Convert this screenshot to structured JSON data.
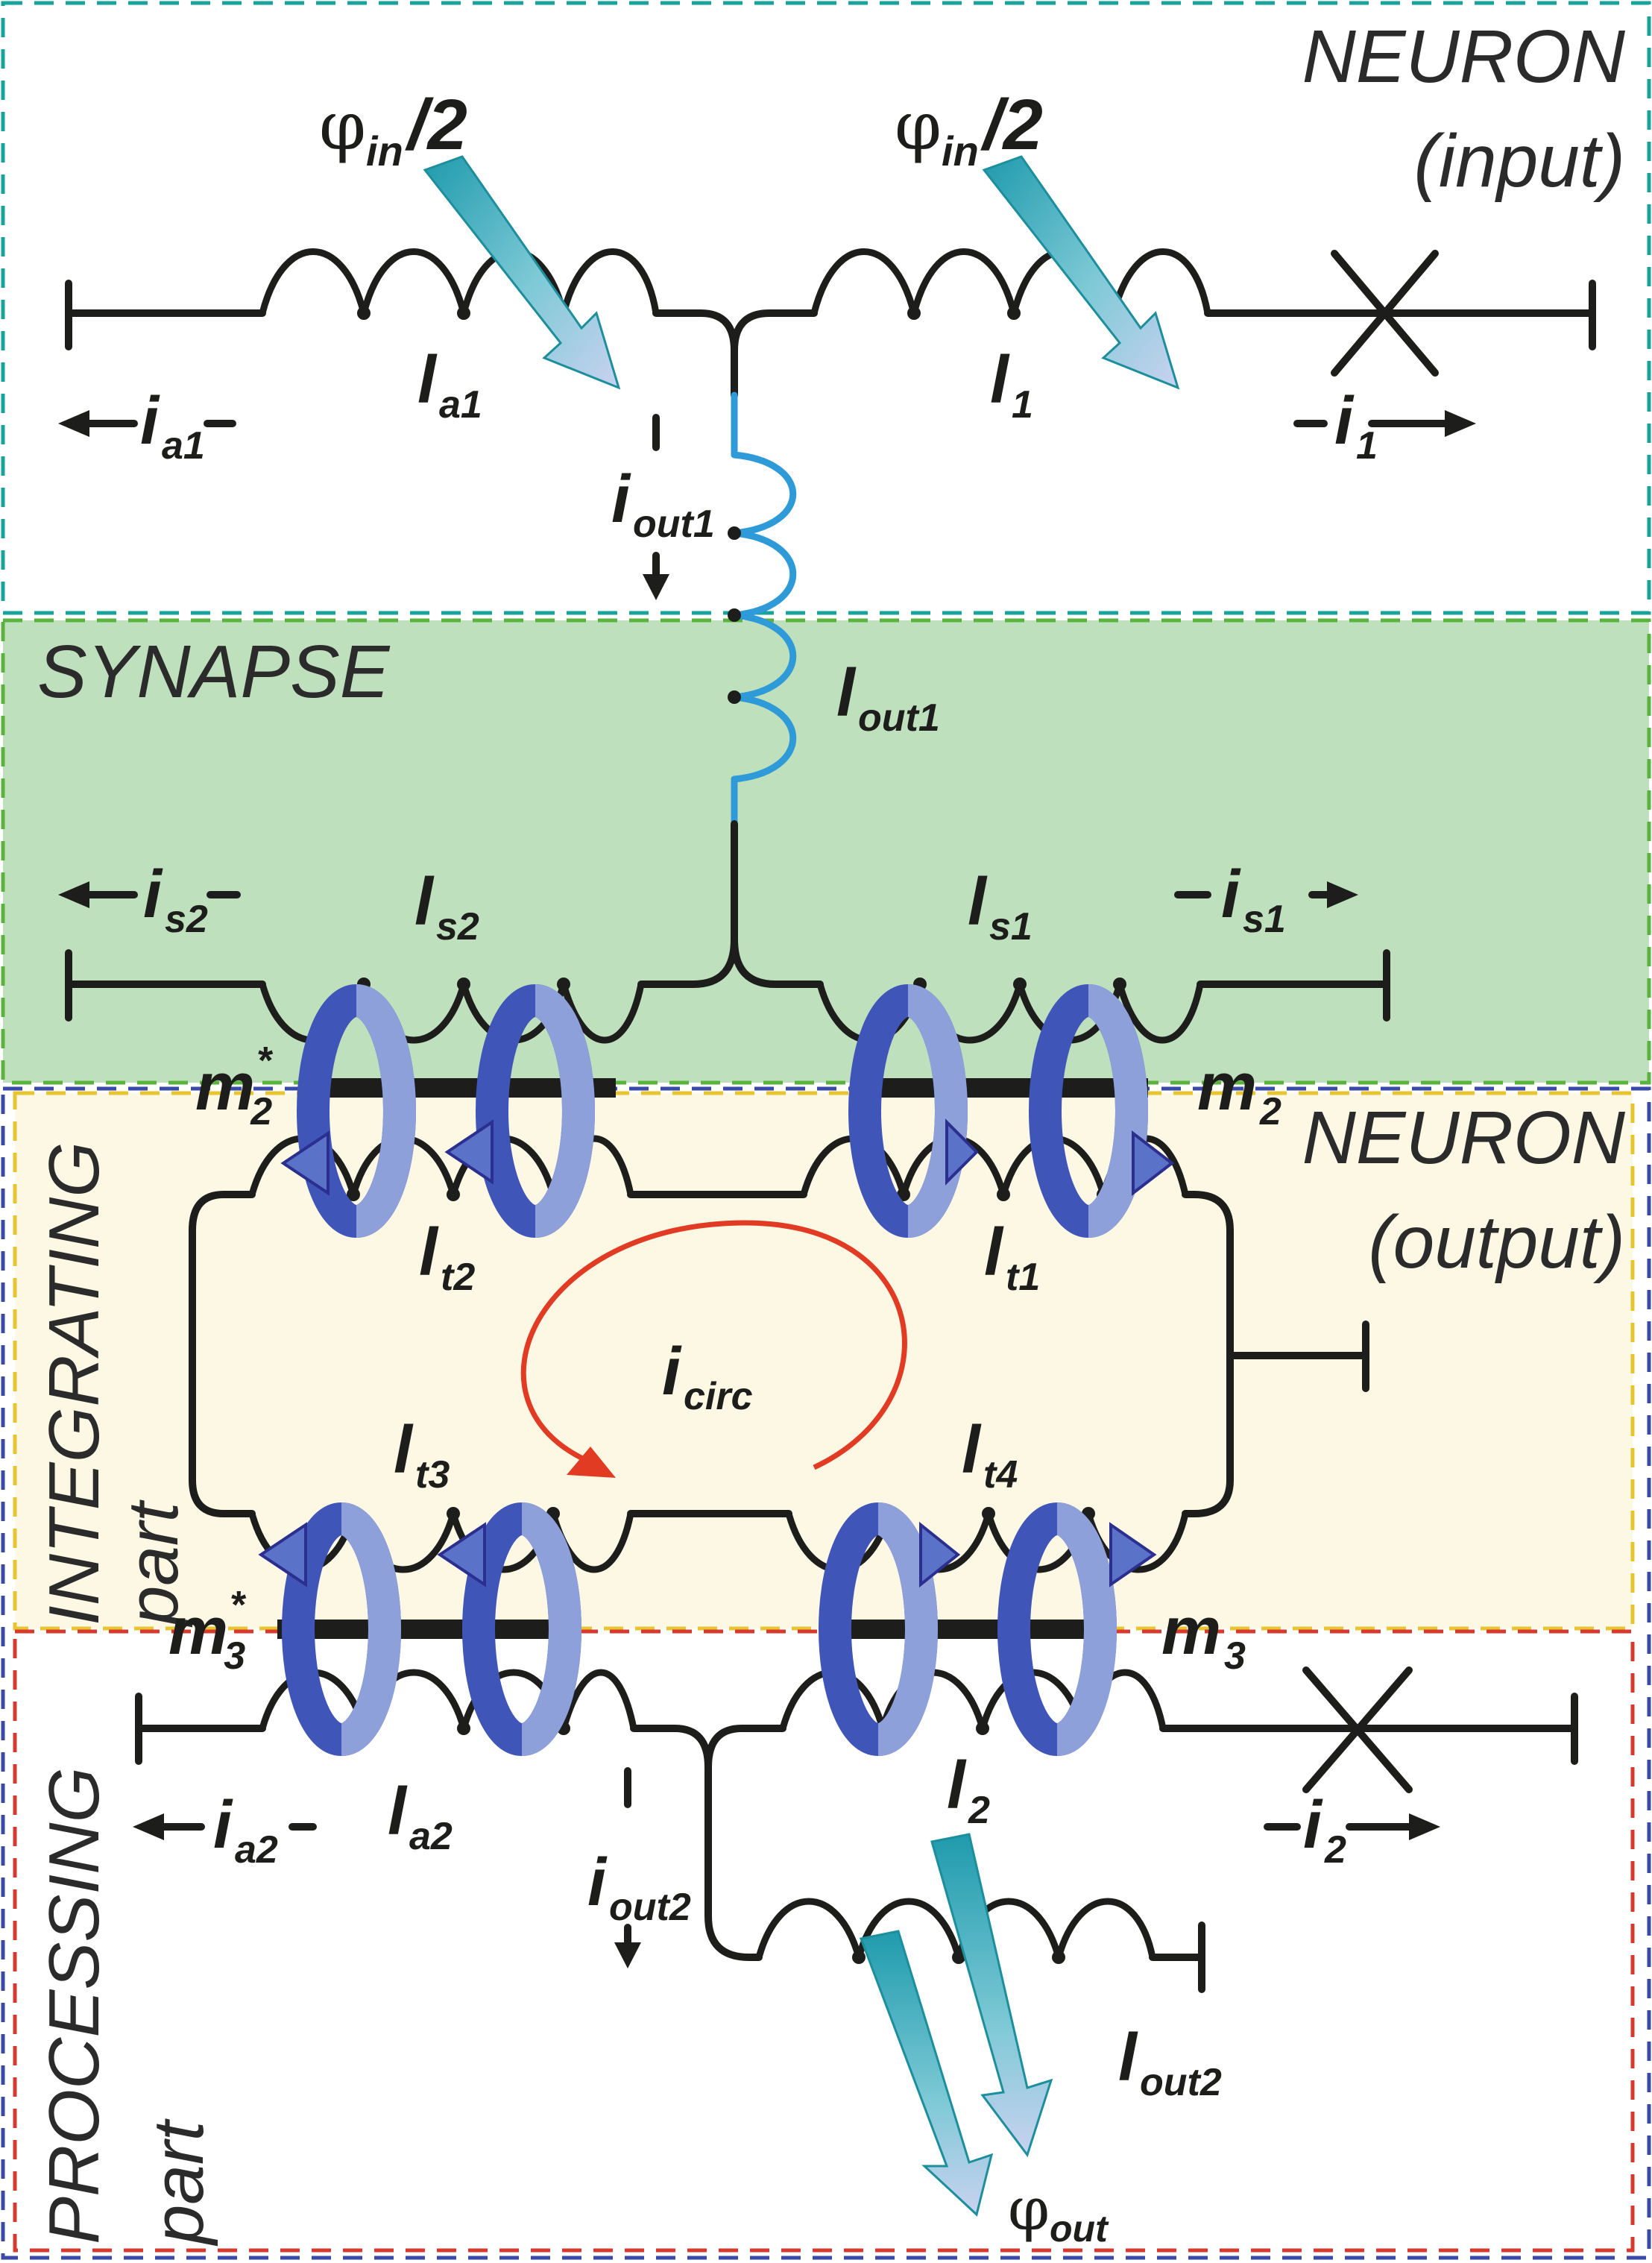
{
  "regions": {
    "neuron_input": {
      "line1": "NEURON",
      "line2": "(input)",
      "border_color": "#1aa39a"
    },
    "synapse": {
      "label": "SYNAPSE",
      "fill_color": "#bfe0bd",
      "border_color": "#5ab33d"
    },
    "neuron_output": {
      "line1": "NEURON",
      "line2": "(output)",
      "border_color": "#3a4aa8"
    },
    "integrating": {
      "line1": "INTEGRATING",
      "line2": "part",
      "fill_color": "#fdf8e3",
      "border_color": "#e8c530"
    },
    "processing": {
      "line1": "PROCESSING",
      "line2": "part",
      "border_color": "#d63a2f"
    }
  },
  "flux": {
    "in_left": {
      "phi": "φ",
      "sub": "in",
      "suffix": "/2"
    },
    "in_right": {
      "phi": "φ",
      "sub": "in",
      "suffix": "/2"
    },
    "out": {
      "phi": "φ",
      "sub": "out"
    }
  },
  "inductors": {
    "la1": {
      "main": "l",
      "sub": "a1"
    },
    "l1": {
      "main": "l",
      "sub": "1"
    },
    "lout1": {
      "main": "l",
      "sub": "out1"
    },
    "ls2": {
      "main": "l",
      "sub": "s2"
    },
    "ls1": {
      "main": "l",
      "sub": "s1"
    },
    "lt2": {
      "main": "l",
      "sub": "t2"
    },
    "lt1": {
      "main": "l",
      "sub": "t1"
    },
    "lt3": {
      "main": "l",
      "sub": "t3"
    },
    "lt4": {
      "main": "l",
      "sub": "t4"
    },
    "la2": {
      "main": "l",
      "sub": "a2"
    },
    "l2": {
      "main": "l",
      "sub": "2"
    },
    "lout2": {
      "main": "l",
      "sub": "out2"
    }
  },
  "currents": {
    "ia1": {
      "main": "i",
      "sub": "a1"
    },
    "i1": {
      "main": "i",
      "sub": "1"
    },
    "iout1": {
      "main": "i",
      "sub": "out1"
    },
    "is2": {
      "main": "i",
      "sub": "s2"
    },
    "is1": {
      "main": "i",
      "sub": "s1"
    },
    "icirc": {
      "main": "i",
      "sub": "circ"
    },
    "ia2": {
      "main": "i",
      "sub": "a2"
    },
    "i2": {
      "main": "i",
      "sub": "2"
    },
    "iout2": {
      "main": "i",
      "sub": "out2"
    }
  },
  "mutuals": {
    "m2star": {
      "main": "m",
      "sub": "2",
      "sup": "*"
    },
    "m2": {
      "main": "m",
      "sub": "2"
    },
    "m3star": {
      "main": "m",
      "sub": "3",
      "sup": "*"
    },
    "m3": {
      "main": "m",
      "sub": "3"
    }
  },
  "colors": {
    "wire": "#1d1d1b",
    "flux_arrow": "#2aa6b8",
    "coupling_ring": "#5a73c9",
    "circulating_arrow": "#e23b24",
    "output_inductor": "#2f9ad8"
  }
}
